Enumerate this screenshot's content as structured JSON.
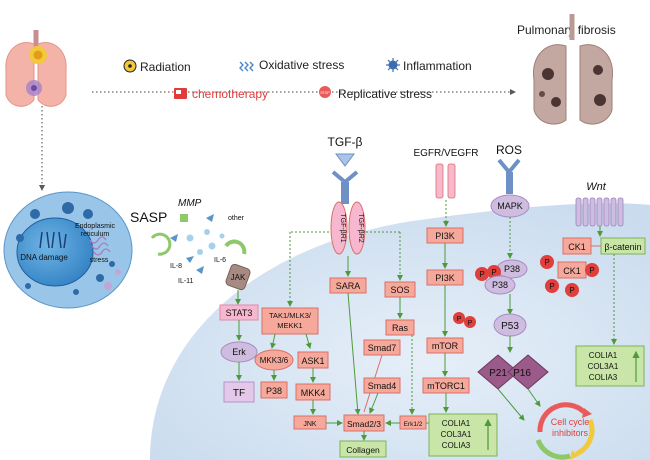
{
  "title": "Pulmonary fibrosis",
  "stressors": {
    "radiation": "Radiation",
    "oxidative": "Oxidative stress",
    "inflammation": "Inflammation",
    "chemotherapy": "chemotherapy",
    "replicative": "Replicative stress"
  },
  "stop_sign": "STOP",
  "nucleus": {
    "dna_damage": "DNA damage",
    "er_line1": "Endoplasmic",
    "er_line2": "reticulum",
    "er_line3": "stress"
  },
  "sasp": {
    "label": "SASP",
    "mmp": "MMP",
    "other": "other",
    "il8": "IL-8",
    "il11": "IL-11",
    "il6": "IL-6"
  },
  "receptors": {
    "tgfb": "TGF-β",
    "tgfbr1": "TGF-βR1",
    "tgfbr2": "TGF-βR2",
    "egfr": "EGFR/VEGFR",
    "ros": "ROS",
    "wnt": "Wnt"
  },
  "nodes": {
    "jak": "JAK",
    "stat3": "STAT3",
    "erk": "Erk",
    "tf": "TF",
    "tak1_1": "TAK1/MLK3/",
    "tak1_2": "MEKK1",
    "mkk36": "MKK3/6",
    "ask1": "ASK1",
    "p38_left": "P38",
    "mkk4": "MKK4",
    "jnk": "JNK",
    "sara": "SARA",
    "smad7": "Smad7",
    "smad4": "Smad4",
    "smad23": "Smad2/3",
    "collagen": "Collagen",
    "sos": "SOS",
    "ras": "Ras",
    "erk12": "Erk1/2",
    "pi3k_1": "PI3K",
    "pi3k_2": "PI3K",
    "mtor": "mTOR",
    "mtorc1": "mTORC1",
    "mapk": "MAPK",
    "p38_a": "P38",
    "p38_b": "P38",
    "p53": "P53",
    "p21": "P21",
    "p16": "P16",
    "ck1_a": "CK1",
    "ck1_b": "CK1",
    "beta_catenin": "β-catenin",
    "phos": "P"
  },
  "outputs": {
    "center": [
      "COLIA1",
      "COL3A1",
      "COLIA3"
    ],
    "right": [
      "COLIA1",
      "COL3A1",
      "COLIA3"
    ]
  },
  "cycle": {
    "line1": "Cell cycle",
    "line2": "inhibitors"
  },
  "colors": {
    "salmon": "#f6a99b",
    "salmon_stroke": "#d9706a",
    "pink": "#f7b8cf",
    "lavender": "#cfbde0",
    "green_box": "#c9e6a8",
    "cell": "#d9e7f4",
    "red_p": "#e03f3b",
    "receptor_blue": "#6f8fc7",
    "purple_diamond": "#9a5a8a"
  }
}
